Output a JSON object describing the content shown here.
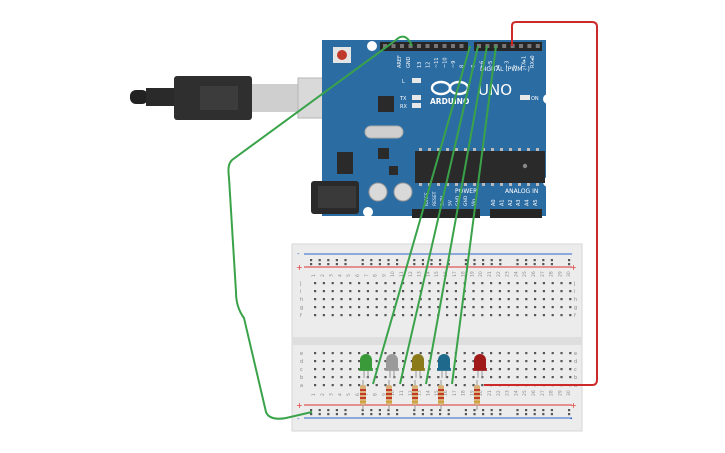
{
  "board": {
    "brand": "ARDUINO",
    "model": "UNO",
    "labels": {
      "aref": "AREF",
      "gnd": "GND",
      "digital": "DIGITAL (PWM~)",
      "power": "POWER",
      "analog": "ANALOG IN",
      "on": "ON",
      "l": "L",
      "tx": "TX",
      "rx": "RX"
    },
    "digital_pins": [
      "13",
      "12",
      "~11",
      "~10",
      "~9",
      "8",
      "7",
      "~6",
      "~5",
      "4",
      "~3",
      "2",
      "TX▸1",
      "RX◂0"
    ],
    "power_pins": [
      "IOREF",
      "RESET",
      "3.3V",
      "5V",
      "GND",
      "GND",
      "Vin"
    ],
    "analog_pins": [
      "A0",
      "A1",
      "A2",
      "A3",
      "A4",
      "A5"
    ]
  },
  "breadboard": {
    "columns": 30,
    "rows_top": [
      "j",
      "i",
      "h",
      "g",
      "f"
    ],
    "rows_bottom": [
      "e",
      "d",
      "c",
      "b",
      "a"
    ],
    "rail_plus": "+",
    "rail_minus": "-"
  },
  "components": {
    "leds": [
      {
        "name": "led-green",
        "color": "#3a9a3a"
      },
      {
        "name": "led-gray",
        "color": "#9a9a9a"
      },
      {
        "name": "led-olive",
        "color": "#8a7a1a"
      },
      {
        "name": "led-blue",
        "color": "#1f6a8c"
      },
      {
        "name": "led-red",
        "color": "#a01a1a"
      }
    ],
    "resistor_count": 5
  },
  "colors": {
    "board": "#2b6ca3",
    "board_dark": "#1f4f7a",
    "wire_green": "#3aa34a",
    "wire_red": "#cc2a2a",
    "breadboard": "#ececec",
    "rail_red": "#d33",
    "rail_blue": "#36c"
  }
}
